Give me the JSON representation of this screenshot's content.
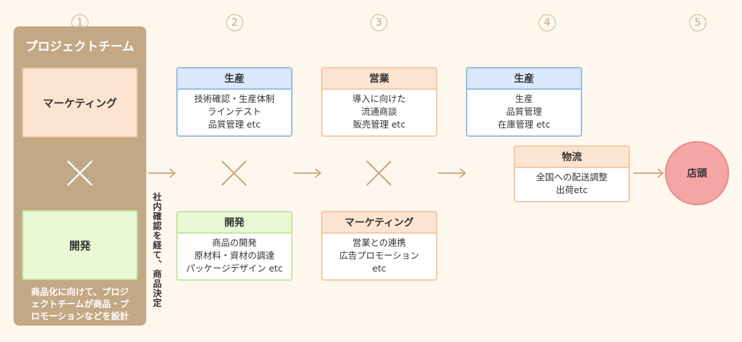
{
  "steps": [
    "1",
    "2",
    "3",
    "4",
    "5"
  ],
  "team": {
    "title": "プロジェクトチーム",
    "marketing": "マーケティング",
    "development": "開発",
    "note": [
      "商品化に向けて、プロジ",
      "ェクトチームが商品・プ",
      "ロモーションなどを設計"
    ]
  },
  "decision_note": "社内確認を経て、商品決定",
  "step2": {
    "production": {
      "title": "生産",
      "lines": [
        "技術確認・生産体制",
        "ラインテスト",
        "品質管理 etc"
      ]
    },
    "development": {
      "title": "開発",
      "lines": [
        "商品の開発",
        "原材料・資材の調達",
        "パッケージデザイン etc"
      ]
    }
  },
  "step3": {
    "sales": {
      "title": "営業",
      "lines": [
        "導入に向けた",
        "流通商談",
        "販売管理 etc"
      ]
    },
    "marketing": {
      "title": "マーケティング",
      "lines": [
        "営業との連携",
        "広告プロモーション",
        "etc"
      ]
    }
  },
  "step4": {
    "production": {
      "title": "生産",
      "lines": [
        "生産",
        "品質管理",
        "在庫管理 etc"
      ]
    },
    "logistics": {
      "title": "物流",
      "lines": [
        "全国への配送調整",
        "出荷etc"
      ]
    }
  },
  "step5": {
    "title": "店頭"
  },
  "colors": {
    "background": "#fdf7ee",
    "team_panel": "#c3a885",
    "connector": "#c8a27a",
    "blue": "#9bbce6",
    "orange": "#f6c9a8",
    "green": "#c6e6a4",
    "store": "#f6a5a5"
  }
}
